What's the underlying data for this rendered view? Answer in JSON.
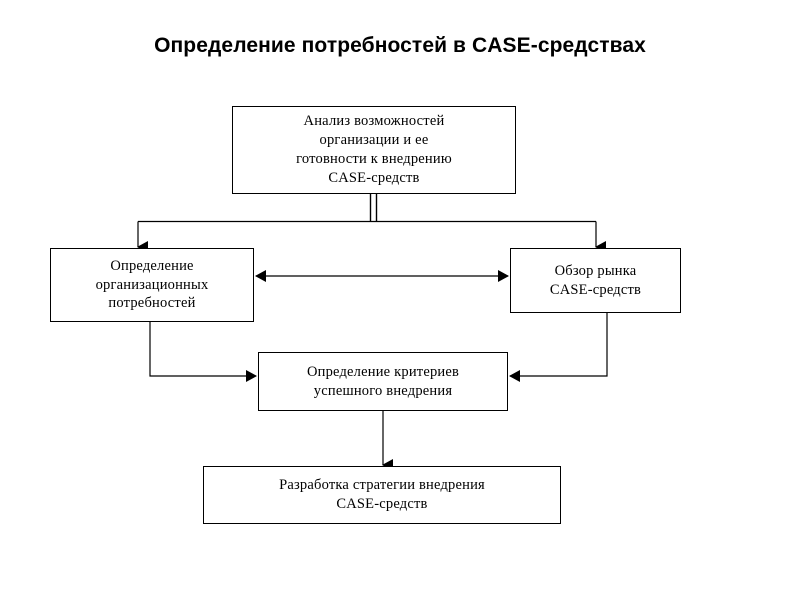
{
  "slide": {
    "title": "Определение потребностей в CASE-средствах",
    "background_color": "#ffffff",
    "ink_color": "#000000"
  },
  "diagram": {
    "type": "flowchart",
    "orientation": "top-down",
    "nodes": [
      {
        "id": "analysis",
        "label": "Анализ возможностей\nорганизации и ее\nготовности к внедрению\nCASE-средств",
        "shape": "rectangle"
      },
      {
        "id": "org-needs",
        "label": "Определение\nорганизационных\nпотребностей",
        "shape": "rectangle"
      },
      {
        "id": "market",
        "label": "Обзор рынка\nCASE-средств",
        "shape": "rectangle"
      },
      {
        "id": "criteria",
        "label": "Определение критериев\nуспешного внедрения",
        "shape": "rectangle"
      },
      {
        "id": "strategy",
        "label": "Разработка стратегии внедрения\nCASE-средств",
        "shape": "rectangle"
      }
    ],
    "edges": [
      {
        "from": "analysis",
        "to": "org-needs",
        "style": "elbow",
        "arrow": "single"
      },
      {
        "from": "analysis",
        "to": "market",
        "style": "elbow",
        "arrow": "single"
      },
      {
        "from": "org-needs",
        "to": "market",
        "style": "straight",
        "arrow": "double"
      },
      {
        "from": "org-needs",
        "to": "criteria",
        "style": "elbow",
        "arrow": "single"
      },
      {
        "from": "market",
        "to": "criteria",
        "style": "elbow",
        "arrow": "single"
      },
      {
        "from": "criteria",
        "to": "strategy",
        "style": "straight",
        "arrow": "single"
      }
    ]
  }
}
